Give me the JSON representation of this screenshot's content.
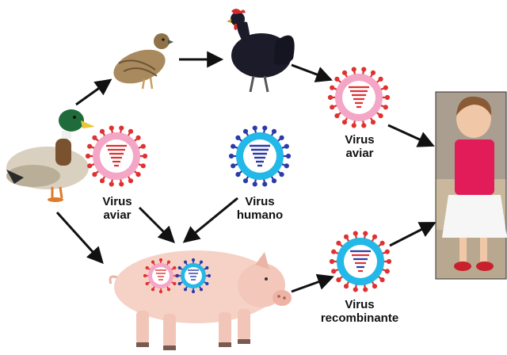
{
  "labels": {
    "virus_aviar_left": {
      "line1": "Virus",
      "line2": "aviar"
    },
    "virus_humano": {
      "line1": "Virus",
      "line2": "humano"
    },
    "virus_aviar_right": {
      "line1": "Virus",
      "line2": "aviar"
    },
    "virus_recombinante": {
      "line1": "Virus",
      "line2": "recombinante"
    }
  },
  "colors": {
    "avian_ring": "#f4a6c6",
    "avian_rna": "#e03030",
    "human_ring": "#22b8e8",
    "human_rna": "#2a3aa8",
    "arrow": "#111111"
  },
  "icons": {
    "duck": "mallard-duck-icon",
    "quail": "quail-icon",
    "hen": "hen-icon",
    "pig": "pig-icon",
    "child": "child-photo-icon"
  }
}
